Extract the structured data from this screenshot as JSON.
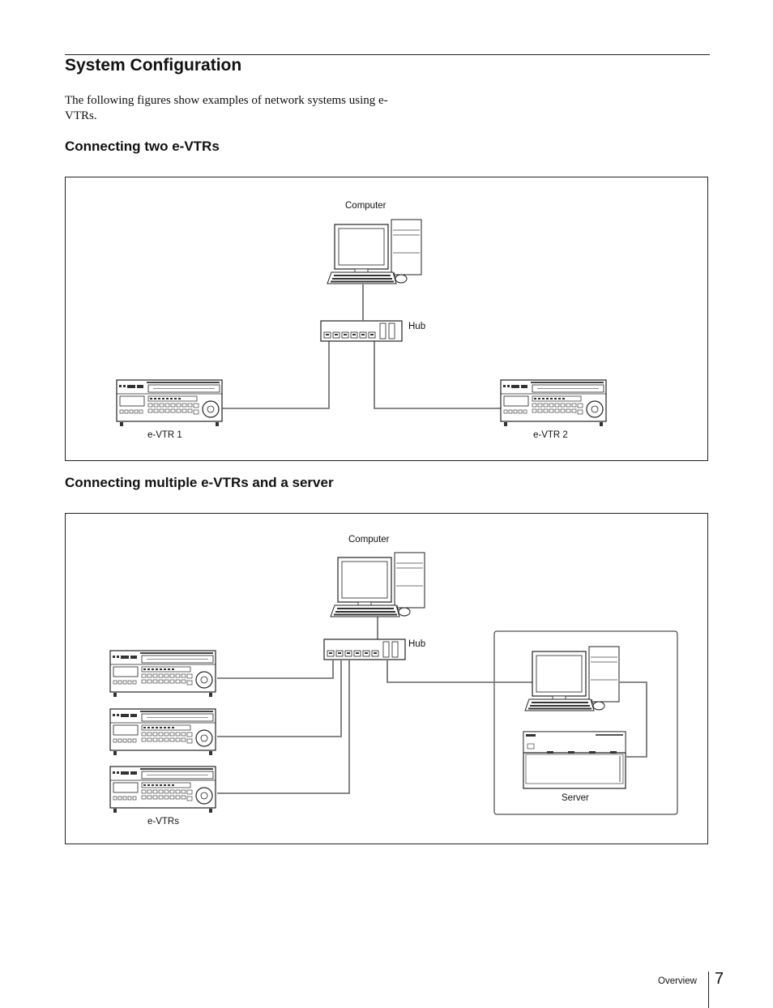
{
  "page": {
    "title": "System Configuration",
    "intro": "The following figures show examples of network systems using e-VTRs."
  },
  "section1": {
    "heading": "Connecting two e-VTRs",
    "labels": {
      "computer": "Computer",
      "hub": "Hub",
      "vtr1": "e-VTR 1",
      "vtr2": "e-VTR 2"
    }
  },
  "section2": {
    "heading": "Connecting multiple e-VTRs and a server",
    "labels": {
      "computer": "Computer",
      "hub": "Hub",
      "vtrs": "e-VTRs",
      "server": "Server"
    }
  },
  "footer": {
    "section": "Overview",
    "page_number": "7"
  },
  "icons": [
    "computer-icon",
    "hub-icon",
    "vtr-icon",
    "server-icon"
  ]
}
